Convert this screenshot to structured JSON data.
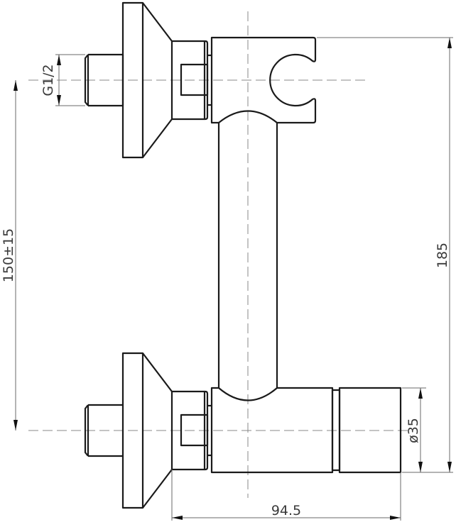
{
  "drawing": {
    "title": "Shower mixer technical drawing",
    "line_color": "#1a1a1a",
    "dimension_color": "#3a3a3a",
    "dimensions": {
      "thread": "G1/2",
      "center_distance": "150±15",
      "height": "185",
      "diameter": "ø35",
      "depth": "94.5"
    },
    "parts": [
      "upper-eccentric-connector",
      "lower-eccentric-connector",
      "handshower-holder",
      "vertical-tube",
      "mixer-body",
      "control-knob"
    ]
  }
}
